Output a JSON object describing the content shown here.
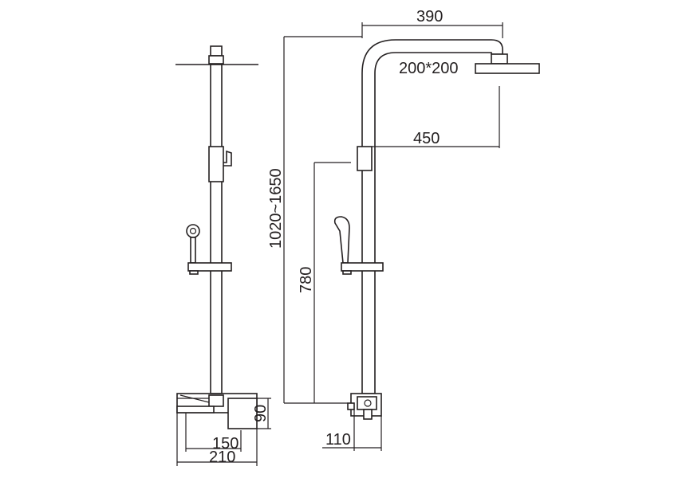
{
  "drawing": {
    "colors": {
      "line": "#231f20",
      "background": "#ffffff"
    },
    "dimensions": {
      "head_reach": "390",
      "head_size": "200*200",
      "arm_height": "450",
      "total_height": "1020~1650",
      "diverter_height": "780",
      "mixer_depth": "110",
      "front_depth_inner": "150",
      "front_depth_outer": "210",
      "mixer_height": "90"
    }
  }
}
